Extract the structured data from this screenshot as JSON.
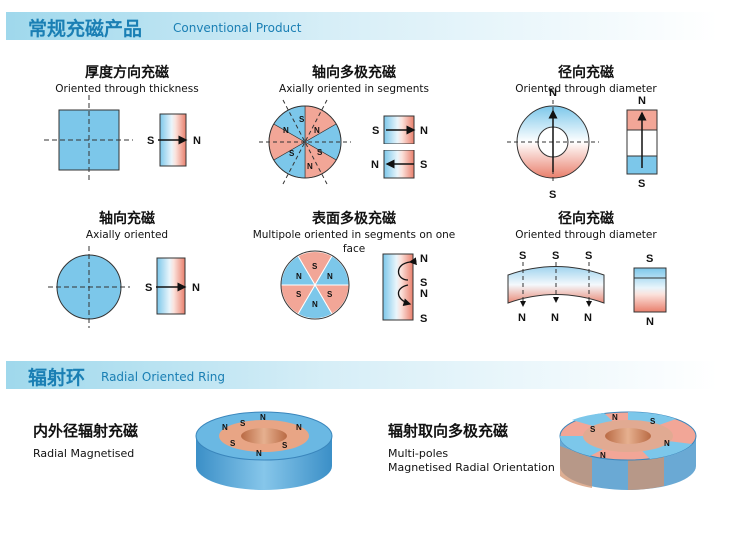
{
  "section1": {
    "title_cn": "常规充磁产品",
    "title_en": "Conventional Product"
  },
  "items": [
    {
      "cn": "厚度方向充磁",
      "en": "Oriented through thickness"
    },
    {
      "cn": "轴向多极充磁",
      "en": "Axially oriented in segments"
    },
    {
      "cn": "径向充磁",
      "en": "Oriented through diameter"
    },
    {
      "cn": "轴向充磁",
      "en": "Axially oriented"
    },
    {
      "cn": "表面多极充磁",
      "en": "Multipole oriented in segments on one face"
    },
    {
      "cn": "径向充磁",
      "en": "Oriented through diameter"
    }
  ],
  "section2": {
    "title_cn": "辐射环",
    "title_en": "Radial Oriented Ring"
  },
  "ring1": {
    "cn": "内外径辐射充磁",
    "en1": "Radial Magnetised"
  },
  "ring2": {
    "cn": "辐射取向多极充磁",
    "en1": "Multi-poles",
    "en2": "Magnetised Radial Orientation"
  },
  "labels": {
    "n": "N",
    "s": "S"
  },
  "colors": {
    "blue": "#7cc7ea",
    "pink": "#f2a697",
    "title": "#1a7fb4"
  }
}
